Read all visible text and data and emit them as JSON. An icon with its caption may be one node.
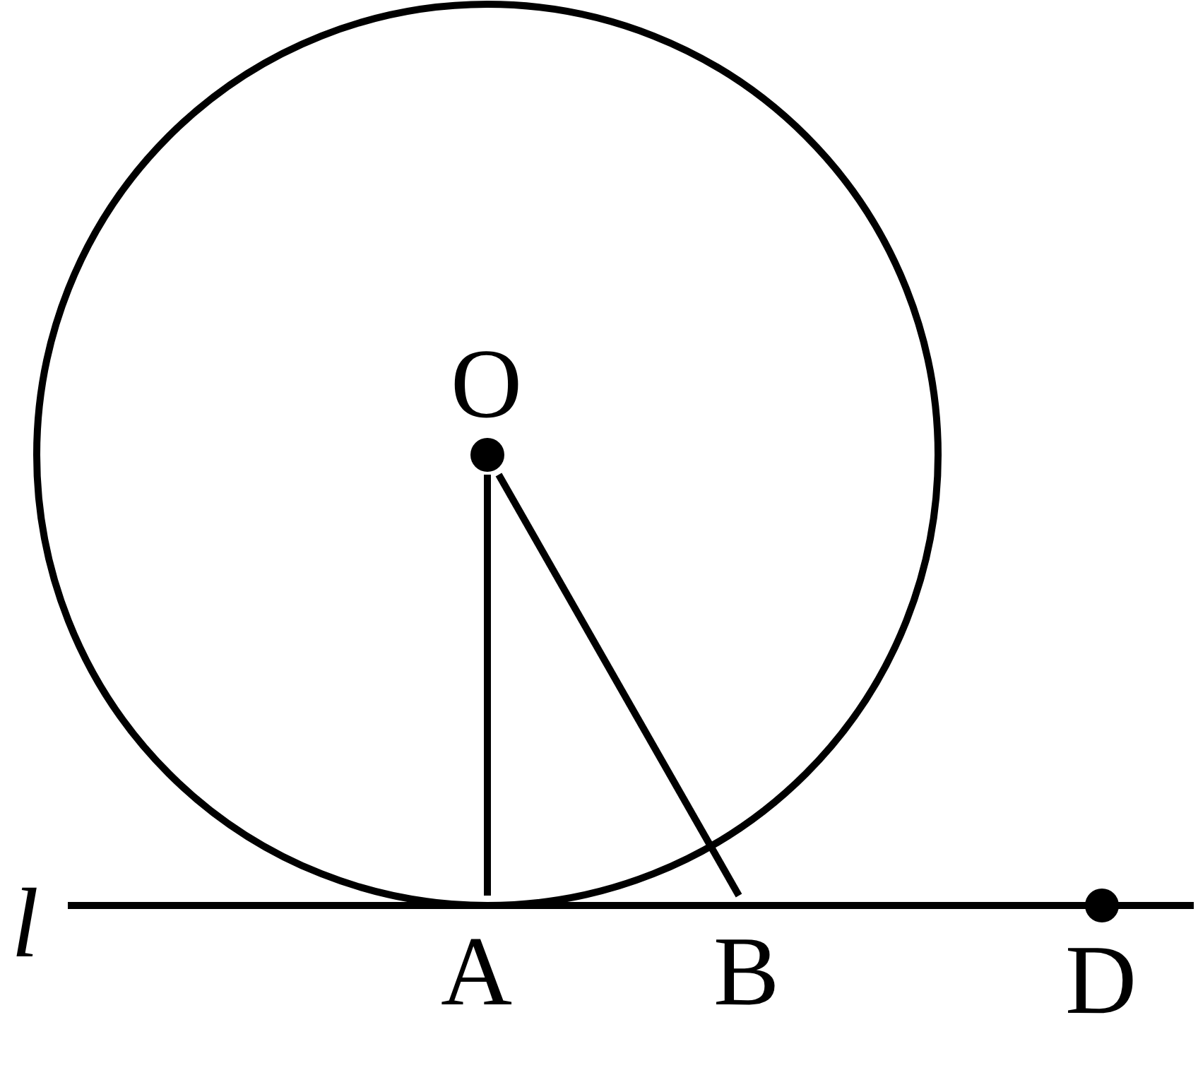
{
  "diagram": {
    "nodes": [
      {
        "text": [
          "O"
        ]
      },
      {
        "text": [
          "A"
        ]
      },
      {
        "text": [
          "B"
        ]
      },
      {
        "text": [
          "D"
        ]
      }
    ],
    "edges": [
      {
        "from": 0,
        "to": 1,
        "arrow": "none"
      },
      {
        "from": 0,
        "to": 2,
        "arrow": "none"
      }
    ],
    "labels": [
      "l"
    ]
  }
}
